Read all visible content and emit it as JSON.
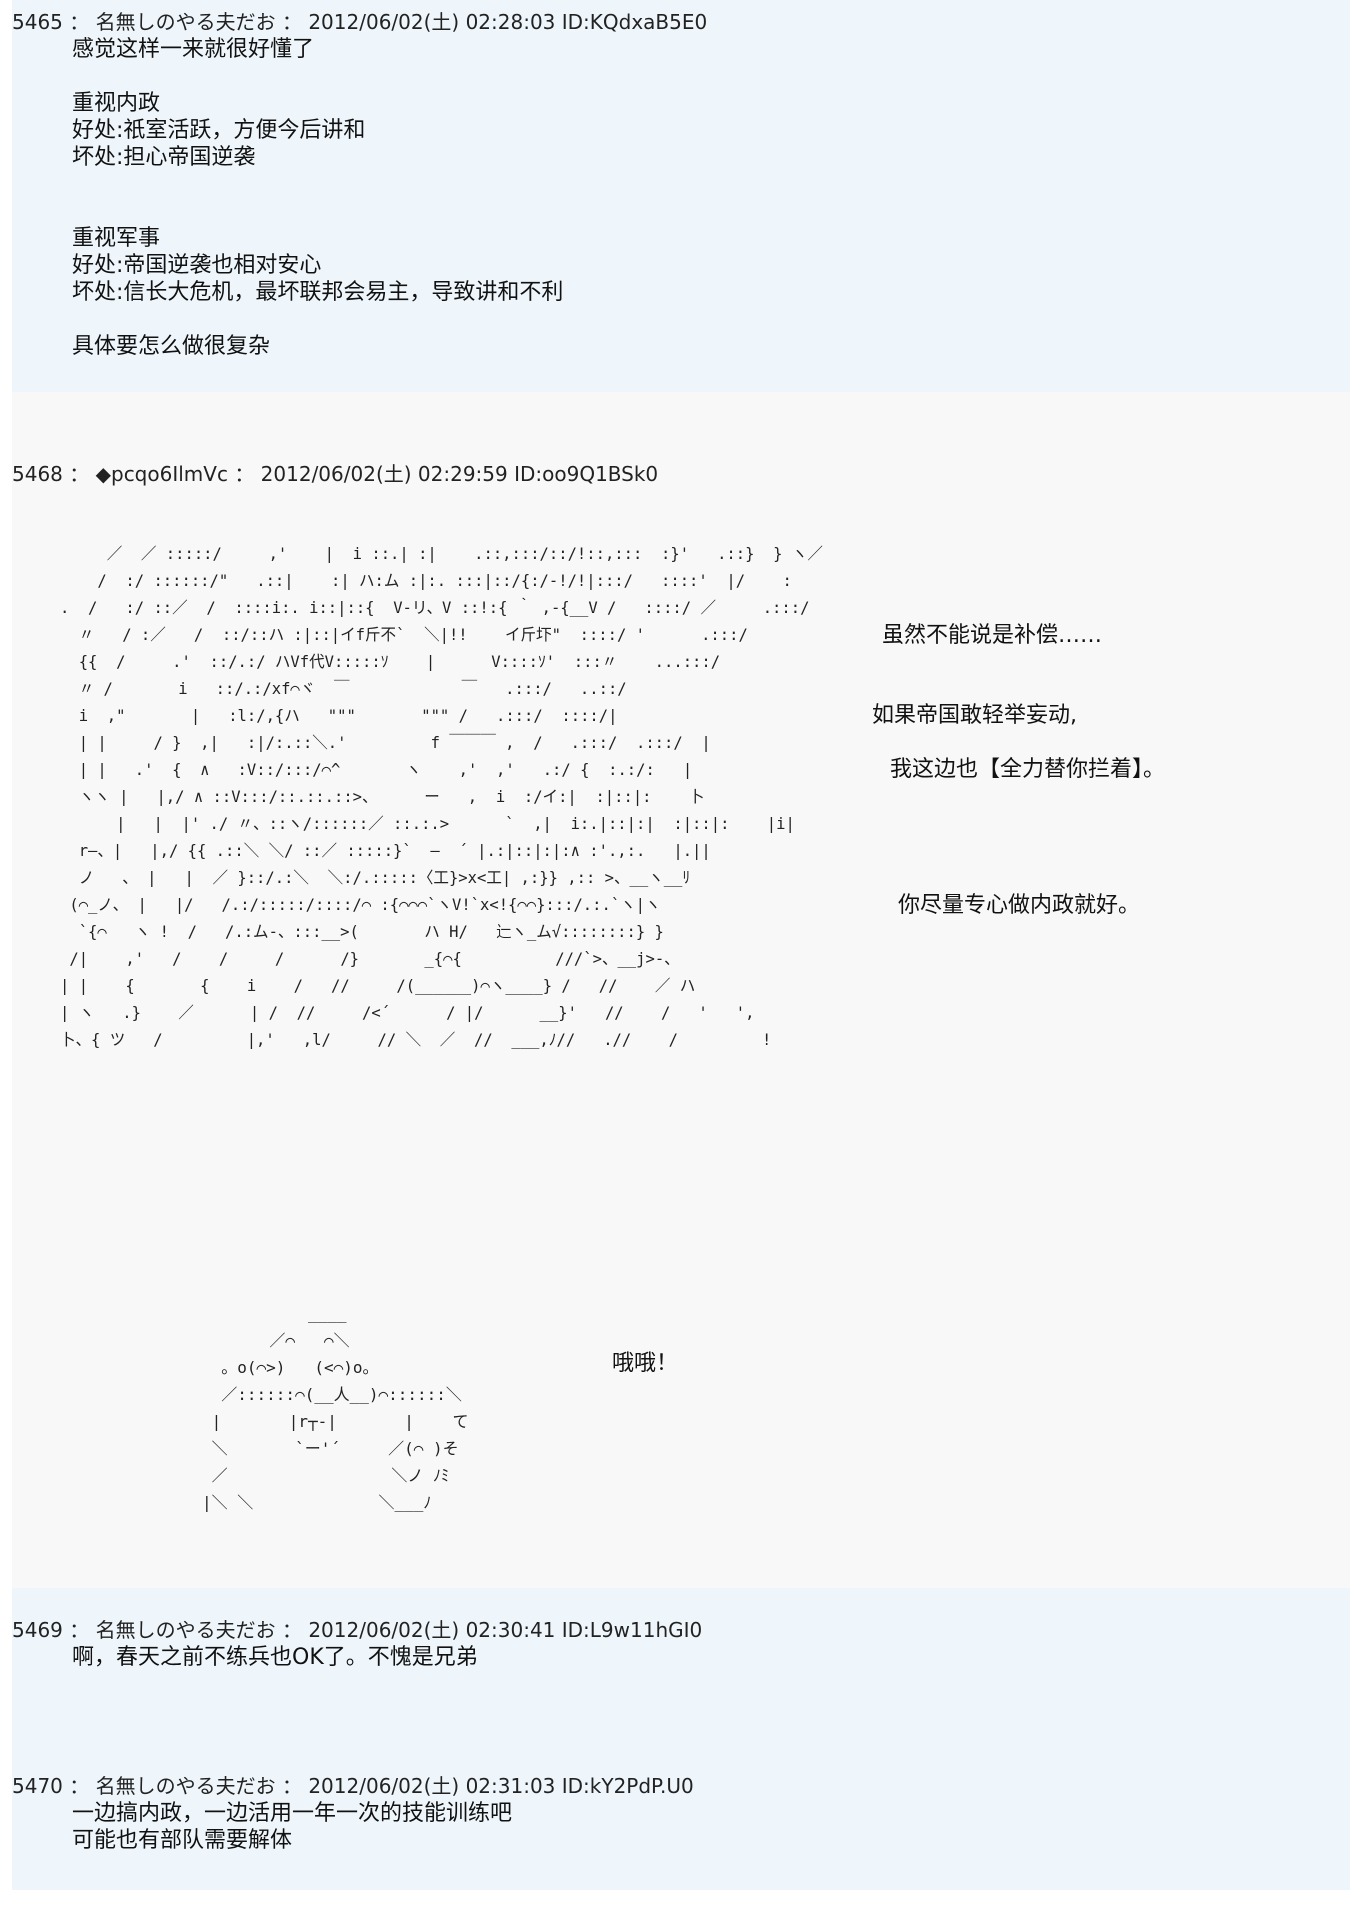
{
  "posts": [
    {
      "header": "5465 ： 名無しのやる夫だお ： 2012/06/02(土) 02:28:03 ID:KQdxaB5E0",
      "lines": "感觉这样一来就很好懂了\n\n重视内政\n好处:祇室活跃，方便今后讲和\n坏处:担心帝国逆袭\n\n\n重视军事\n好处:帝国逆袭也相对安心\n坏处:信长大危机，最坏联邦会易主，导致讲和不利\n\n具体要怎么做很复杂"
    },
    {
      "header": "5468 ： ◆pcqo6IlmVc ： 2012/06/02(土) 02:29:59 ID:oo9Q1BSk0",
      "aa_main": "     ／  ／ :::::/     ,'    |  i ::.| :|    .::,:::/::/!::,:::  :}'   .::}  } ヽ／\n    /  :/ ::::::/\"   .::|    :| ハ:ム :|:. :::|::/{:/-!/!|:::/   ::::'  |/    :\n.  /   :/ ::／  /  ::::i:. i::|::{  V-リ、V ::!:{ ｀ ,-{__V /   ::::/ ／     .:::/\n  〃   / :／   /  ::/::ハ :|::|イf斤不`  ＼|!!    イ斤圷\"  ::::/ '      .:::/\n  {{  /     .'  ::/.:/ ハVf代V:::::ｿ    |      V::::ｿ'  :::〃    ...:::/\n  〃 /       i   ::/.:/xf⌒ヾ  ￣            ￣   .:::/   ..::/\n  i  ,\"       |   :l:/,{ハ   \"\"\"       \"\"\" /   .:::/  ::::/|\n  | |     / }  ,|   :|/:.::＼.'         f ￣￣￣ ,  /   .:::/  .:::/  |\n  | |   .'  {  ∧   :V::/:::/⌒^       ヽ    ,'  ,'   .:/ {  :.:/:   |\n  ヽヽ |   |,/ ∧ ::V:::/::.::.::>、     ー   ,  i  :/イ:|  :|::|:    卜\n      |   |  |' ./ 〃、::ヽ/::::::／ ::.:.>      `  ,|  i:.|::|:|  :|::|:    |i|\n  r―、|   |,/ {{ .::＼ ＼/ ::／ :::::}`  ―  ´ |.:|::|:|:∧ :'.,:.   |.||\n  ノ   、 |   |  ／ }::/.:＼  ＼:/.:::::〈工}>x<工| ,:}} ,:: >、__ヽ__ﾘ\n (⌒_ノ、 |   |/   /.:/:::::/::::/⌒ :{⌒⌒⌒`ヽV!`x<!{⌒⌒}:::/.:.`ヽ|ヽ\n  `{⌒   ヽ !  /   /.:ム-、:::__>(       ハ H/   辷ヽ_ム√::::::::} }\n /|    ,'   /    /     /      /}       _{⌒{          ///`>、__j>-、\n| |    {       {    i    /   //     /(______)⌒ヽ____} /   //    ／ ハ\n| ヽ   .}    ／      | /  //     /<´      / |/      __}'   //    /   '   ',\n卜、{ ツ   /         |,'   ,l/     // ＼  ／  //  ___,ﾉ//   .//    /         !",
      "side_a": "虽然不能说是补偿……",
      "side_b": "如果帝国敢轻举妄动,",
      "side_c": "我这边也【全力替你拦着】。",
      "side_d": "你尽量专心做内政就好。",
      "aa_small": "           ____\n       ／⌒   ⌒＼\n  。o(⌒>)   (<⌒)o。\n  ／::::::⌒(__人__)⌒::::::＼\n |       |r┬-|       |    て\n ＼       `ー'´     ／(⌒ )そ\n ／                 ＼ノ ﾉﾐ\n|＼ ＼             ＼___ﾉ",
      "side_e": "哦哦！"
    },
    {
      "header": "5469 ： 名無しのやる夫だお ： 2012/06/02(土) 02:30:41 ID:L9w11hGI0",
      "lines": "啊，春天之前不练兵也OK了。不愧是兄弟"
    },
    {
      "header": "5470 ： 名無しのやる夫だお ： 2012/06/02(土) 02:31:03 ID:kY2PdP.U0",
      "lines": "一边搞内政，一边活用一年一次的技能训练吧\n可能也有部队需要解体"
    }
  ]
}
